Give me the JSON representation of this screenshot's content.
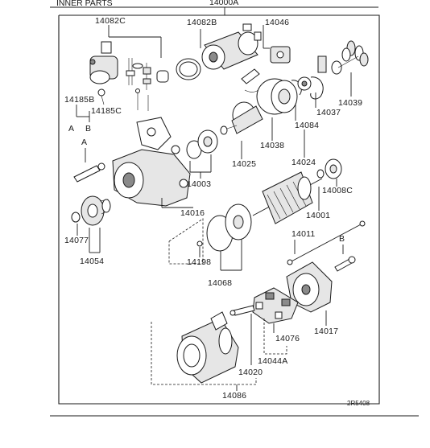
{
  "header": {
    "section_title": "INNER PARTS",
    "assembly_number": "14000A"
  },
  "callouts": {
    "p14082C": "14082C",
    "p14082B": "14082B",
    "p14046": "14046",
    "p14185B": "14185B",
    "p14185C": "14185C",
    "refA_left": "A",
    "refB_left": "B",
    "p14039": "14039",
    "p14037": "14037",
    "p14084": "14084",
    "p14038": "14038",
    "refA_mid": "A",
    "p14024": "14024",
    "p14025": "14025",
    "p14003": "14003",
    "p14008C": "14008C",
    "p14016": "14016",
    "p14001": "14001",
    "p14077": "14077",
    "p14054": "14054",
    "p14011": "14011",
    "refB_right": "B",
    "p14198": "14198",
    "p14068": "14068",
    "p14017": "14017",
    "p14076": "14076",
    "p14044A": "14044A",
    "p14020": "14020",
    "p14086": "14086"
  },
  "footer": {
    "drawing_code": "2R5408"
  }
}
